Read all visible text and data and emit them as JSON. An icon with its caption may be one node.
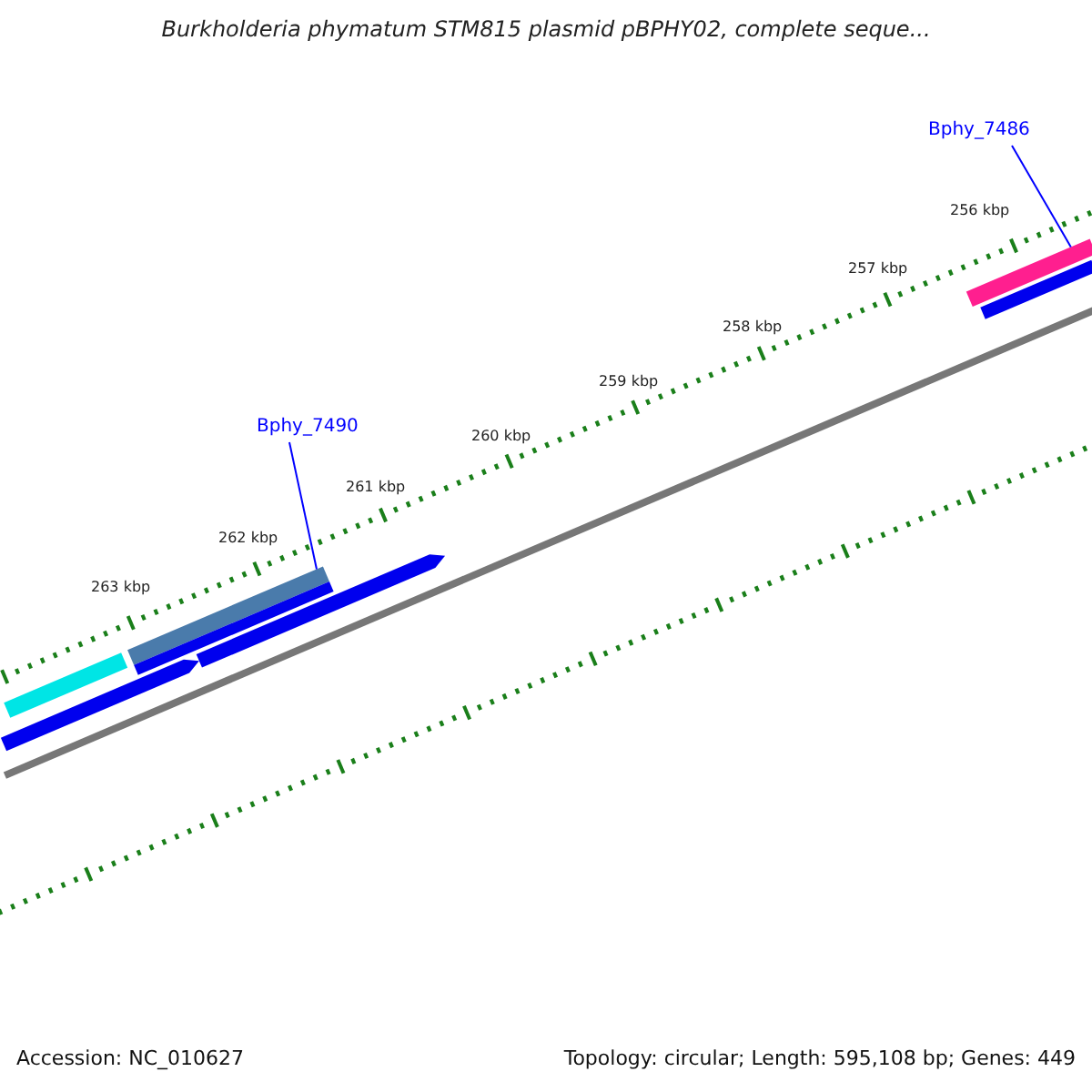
{
  "diagram": {
    "title": "Burkholderia phymatum STM815 plasmid pBPHY02, complete seque...",
    "nodes": [
      {
        "text": [
          "Bphy_7486"
        ]
      },
      {
        "text": [],
        "shape": "bar"
      },
      {
        "text": [],
        "shape": "bar"
      },
      {
        "text": [
          "Bphy_7490"
        ]
      },
      {
        "text": [],
        "shape": "bar"
      },
      {
        "text": [],
        "shape": "bar"
      },
      {
        "text": [],
        "shape": "bar"
      },
      {
        "text": [],
        "shape": "bar"
      },
      {
        "text": [],
        "shape": "bar"
      }
    ],
    "edges": [
      {
        "from": 0,
        "to": 1,
        "arrow": "none"
      },
      {
        "from": 3,
        "to": 4,
        "arrow": "none"
      }
    ],
    "labels": [
      "256 kbp",
      "257 kbp",
      "258 kbp",
      "259 kbp",
      "260 kbp",
      "261 kbp",
      "262 kbp",
      "263 kbp",
      "Accession: NC_010627",
      "Topology: circular; Length: 595,108 bp; Genes: 449"
    ]
  }
}
